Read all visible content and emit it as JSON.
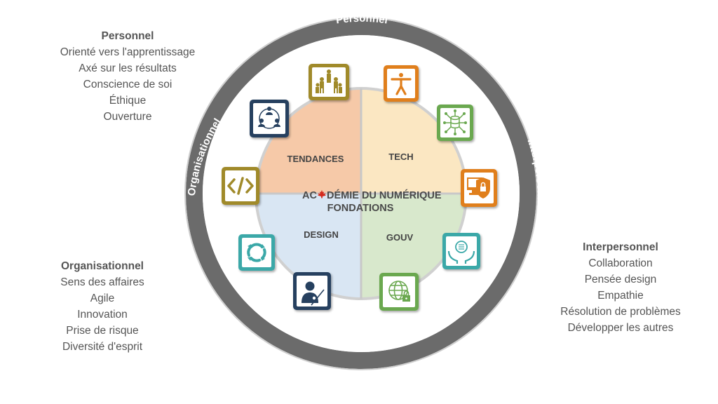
{
  "ring": {
    "top_label": "Personnel",
    "left_label": "Organisationnel",
    "right_label": "Interpersonnel"
  },
  "quadrants": {
    "top_left": "TENDANCES",
    "top_right": "TECH",
    "bottom_left": "DESIGN",
    "bottom_right": "GOUV"
  },
  "center": {
    "line1_a": "AC",
    "line1_b": "DÉMIE DU NUMÉRIQUE",
    "line2": "FONDATIONS"
  },
  "personnel": {
    "heading": "Personnel",
    "items": [
      "Orienté vers l'apprentissage",
      "Axé sur les résultats",
      "Conscience de soi",
      "Éthique",
      "Ouverture"
    ]
  },
  "organisationnel": {
    "heading": "Organisationnel",
    "items": [
      "Sens des affaires",
      "Agile",
      "Innovation",
      "Prise de risque",
      "Diversité d'esprit"
    ]
  },
  "interpersonnel": {
    "heading": "Interpersonnel",
    "items": [
      "Collaboration",
      "Pensée design",
      "Empathie",
      "Résolution de problèmes",
      "Développer les autres"
    ]
  },
  "colors": {
    "ring": "#6b6b6b",
    "tendances": "#f6c9a8",
    "tech": "#fbe7c2",
    "design": "#d9e6f3",
    "gouv": "#d8e8cc",
    "olive": "#a08a2b",
    "orange": "#e07f1f",
    "green": "#6aa84f",
    "navy": "#25405f",
    "teal": "#3aa8a8",
    "maple": "#d52b1e"
  },
  "icons": {
    "top_olive": "teamwork-icon",
    "top_orange": "accessibility-icon",
    "right_green": "data-network-icon",
    "right_orange": "security-shield-icon",
    "right_teal": "data-care-icon",
    "bottom_green": "globe-lock-icon",
    "bottom_navy": "presenter-icon",
    "left_teal": "cycle-icon",
    "left_olive": "code-icon",
    "left_navy": "network-people-icon",
    "maple": "maple-leaf-icon"
  }
}
